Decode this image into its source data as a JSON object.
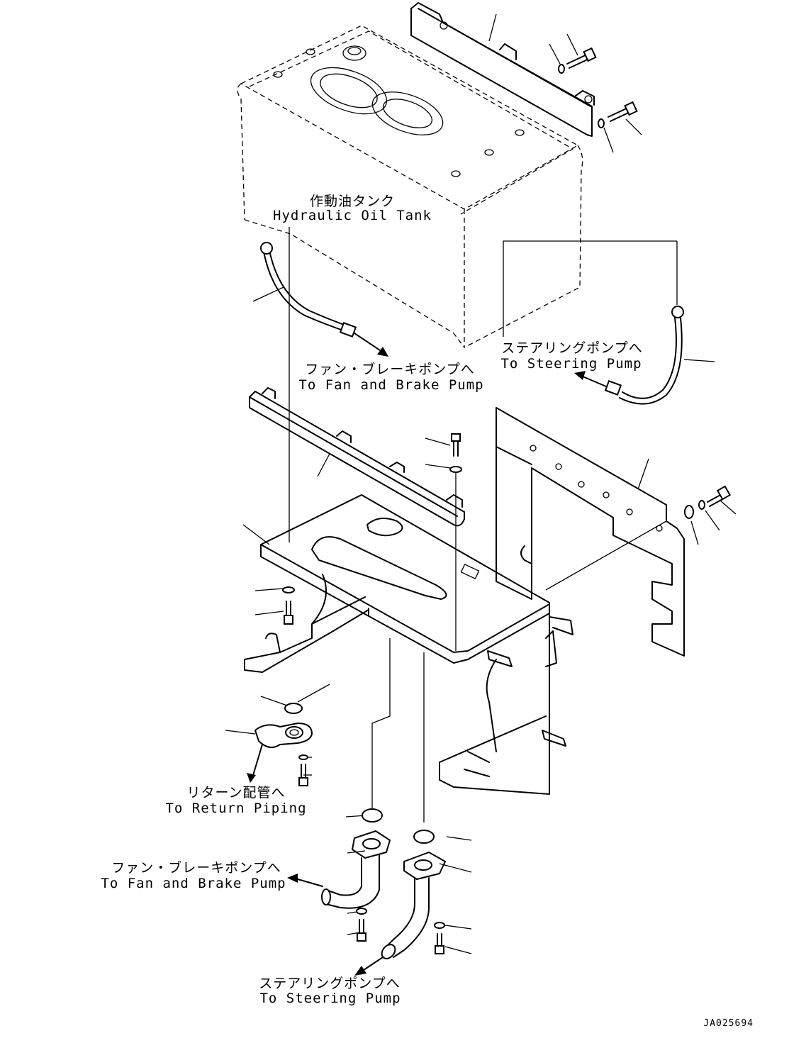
{
  "labels": {
    "tank_jp": "作動油タンク",
    "tank_en": "Hydraulic Oil Tank",
    "fan_brake_jp_1": "ファン・ブレーキポンプへ",
    "fan_brake_en_1": "To Fan and Brake Pump",
    "steering_jp_1": "ステアリングポンプへ",
    "steering_en_1": "To Steering Pump",
    "return_jp": "リターン配管へ",
    "return_en": "To Return Piping",
    "fan_brake_jp_2": "ファン・ブレーキポンプへ",
    "fan_brake_en_2": "To Fan and Brake Pump",
    "steering_jp_2": "ステアリングポンプへ",
    "steering_en_2": "To Steering Pump"
  },
  "drawing_code": "JA025694"
}
